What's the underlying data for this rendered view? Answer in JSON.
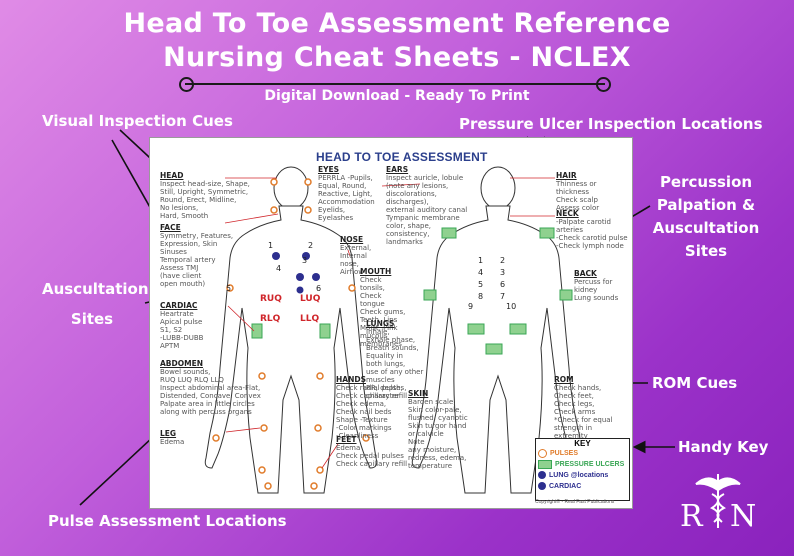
{
  "header": {
    "title_line1": "Head To Toe Assessment Reference",
    "title_line2": "Nursing Cheat Sheets - NCLEX",
    "subtitle": "Digital Download - Ready To Print"
  },
  "callouts": {
    "visual": "Visual Inspection Cues",
    "pressure": "Pressure Ulcer Inspection Locations",
    "percussion": [
      "Percussion",
      "Palpation &",
      "Auscultation",
      "Sites"
    ],
    "auscultation": [
      "Auscultation",
      "Sites"
    ],
    "rom": "ROM Cues",
    "key": "Handy Key",
    "pulse": "Pulse Assessment Locations"
  },
  "sheet": {
    "title": "HEAD TO TOE ASSESSMENT",
    "sections": {
      "head": {
        "title": "HEAD",
        "text": "Inspect head-size, Shape,\nStill, Upright, Symmetric,\nRound, Erect, Midline,\nNo lesions,\nHard, Smooth"
      },
      "face": {
        "title": "FACE",
        "text": "Symmetry, Features,\nExpression, Skin\nSinuses\nTemporal artery\nAssess TMJ\n(have client\nopen mouth)"
      },
      "cardiac": {
        "title": "CARDIAC",
        "text": "Heartrate\nApical pulse\nS1, S2\n-LUBB-DUBB\nAPTM"
      },
      "abdomen": {
        "title": "ABDOMEN",
        "text": "Bowel sounds,\nRUQ  LUQ  RLQ  LLQ\nInspect abdominal area-Flat,\nDistended, Concave, Convex\nPalpate area in little circles\nalong with percuss organs"
      },
      "leg": {
        "title": "LEG",
        "text": "Edema"
      },
      "eyes": {
        "title": "EYES",
        "text": "PERRLA -Pupils,\nEqual, Round,\nReactive, Light,\nAccommodation\nEyelids, Eyelashes"
      },
      "nose": {
        "title": "NOSE",
        "text": "External,\nInternal nose,\nAirflow"
      },
      "mouth": {
        "title": "MOUTH",
        "text": "Check tonsils,\nCheck tongue\nCheck gums,\nTeeth, Lips\nMoist, Pink\nmucous\nmembranes"
      },
      "lungs": {
        "title": "LUNGS",
        "text": "Inhale,\nExhale phase,\nBreath sounds,\nEquality in\nboth lungs,\nuse of any other\nmuscles\nRR, depth, character"
      },
      "hands": {
        "title": "HANDS",
        "text": "Check radial pulses,\nCheck capillary refill\nCheck edema,\nCheck nail beds\nShape -Texture\n-Color markings\n-Cleanliness"
      },
      "feet": {
        "title": "FEET",
        "text": "Edema\nCheck pedal pulses\nCheck capillary refill"
      },
      "ears": {
        "title": "EARS",
        "text": "Inspect auricle, lobule\n(note any lesions,\ndiscolorations, discharges),\nexternal auditory canal\nTympanic membrane\ncolor, shape,\nconsistency,\nlandmarks"
      },
      "hair": {
        "title": "HAIR",
        "text": "Thinness or\nthickness\nCheck scalp\nAssess color"
      },
      "neck": {
        "title": "NECK",
        "text": "-Palpate carotid\narteries\n-Check carotid pulse\n-Check lymph node"
      },
      "back": {
        "title": "BACK",
        "text": "Percuss for\nkidney\nLung sounds"
      },
      "skin": {
        "title": "SKIN",
        "text": "Barden scale,\nSkin color-pale,\nflushed, cyanotic\nSkin turgor hand\nor calvicle\nNote\nany moisture,\nredness, edema,\ntemperature"
      },
      "rom": {
        "title": "ROM",
        "text": "Check hands,\nCheck feet,\nCheck legs,\nCheck arms\n*Check for equal\nstrength in\nextremity"
      }
    },
    "front_numbers": [
      "1",
      "2",
      "3",
      "4",
      "5",
      "6"
    ],
    "quadrants": [
      "RUQ",
      "LUQ",
      "RLQ",
      "LLQ"
    ],
    "back_numbers": [
      "1",
      "2",
      "3",
      "4",
      "5",
      "6",
      "7",
      "8",
      "9",
      "10"
    ],
    "key": {
      "title": "KEY",
      "rows": [
        {
          "label": "PULSES",
          "color": "#e07b2a"
        },
        {
          "label": "PRESSURE ULCERS",
          "color": "#3aa655"
        },
        {
          "label": "LUNG @locations",
          "color": "#2d2f8f"
        },
        {
          "label": "CARDIAC",
          "color": "#2d2f8f"
        }
      ]
    },
    "copyright": "Copyright© - Real Fast Publications"
  },
  "logo": {
    "text": "RN"
  }
}
